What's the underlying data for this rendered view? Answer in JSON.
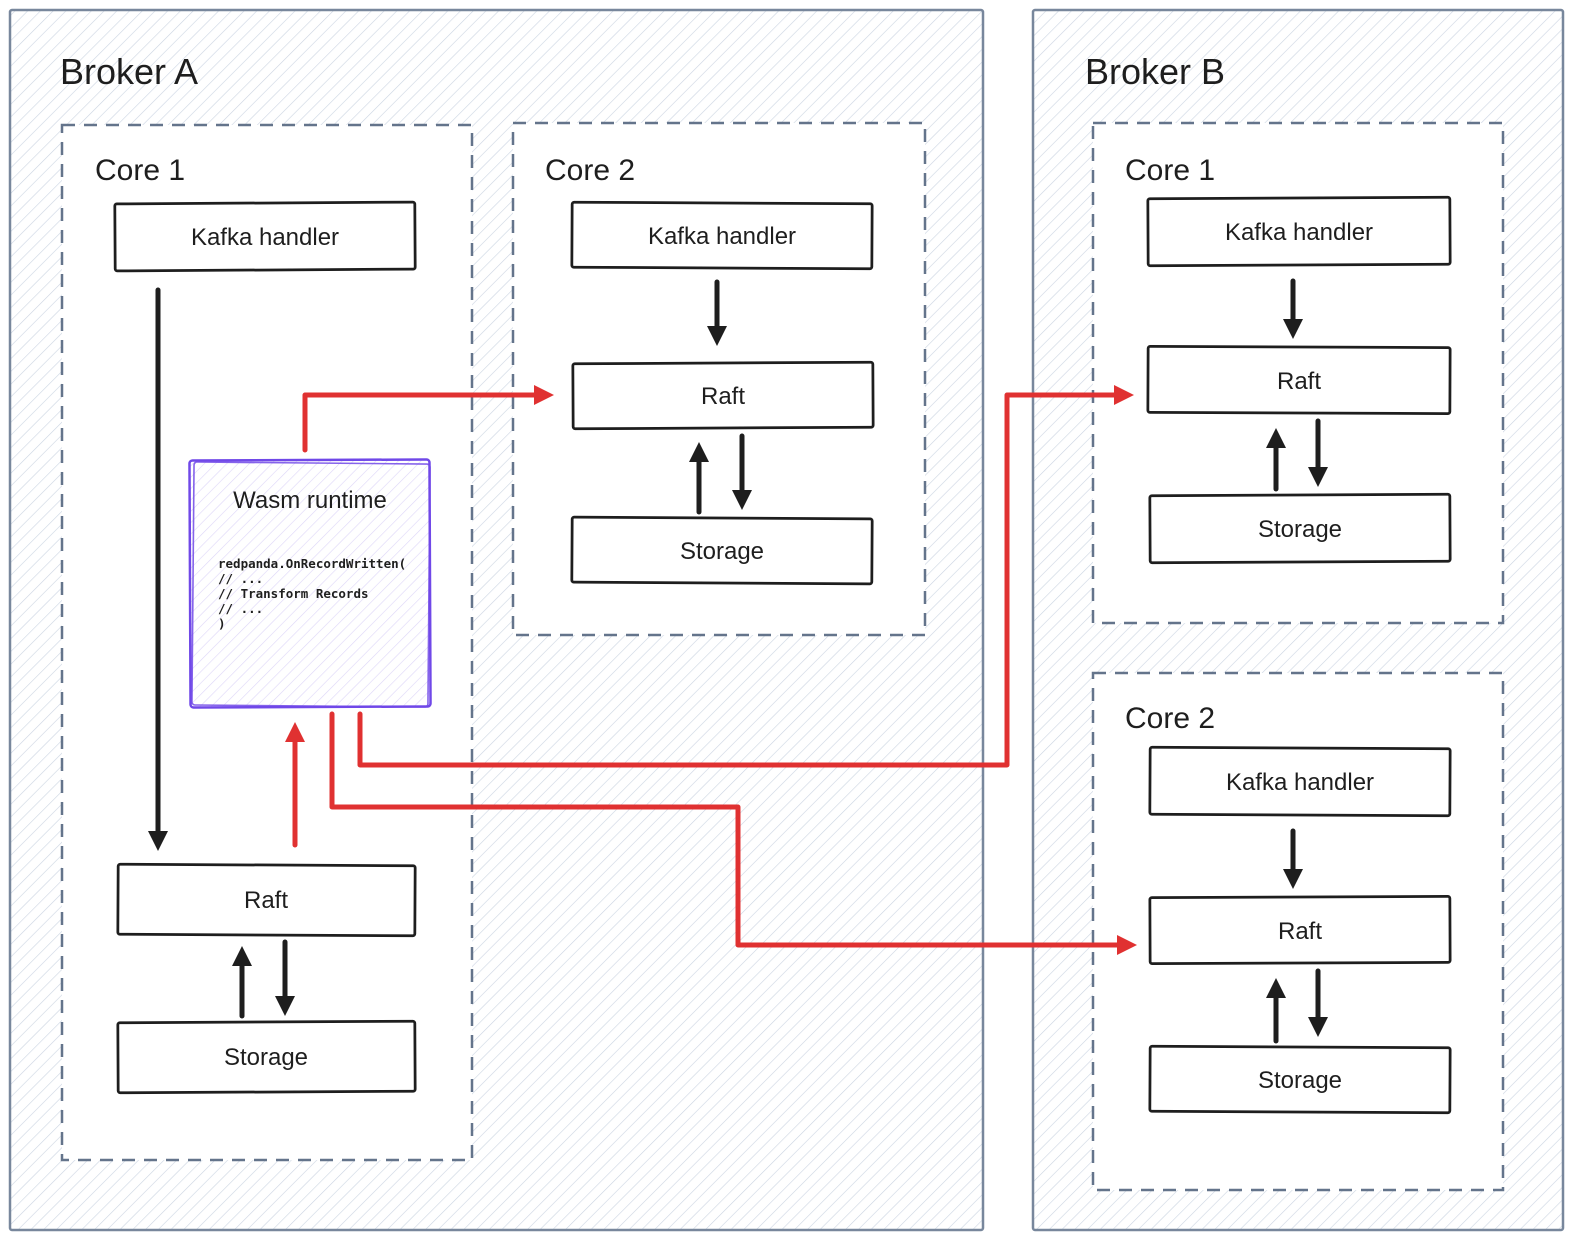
{
  "colors": {
    "red": "#e03131",
    "purple": "#7048e8",
    "broker_border": "#78879c",
    "core_border": "#64748b",
    "hatch": "#ccd5e2",
    "purple_hatch": "#ddd6f8",
    "ink": "#1e1e1e"
  },
  "broker_a": {
    "title": "Broker A",
    "core1": {
      "label": "Core 1",
      "kafka": "Kafka handler",
      "raft": "Raft",
      "storage": "Storage"
    },
    "core2": {
      "label": "Core 2",
      "kafka": "Kafka handler",
      "raft": "Raft",
      "storage": "Storage"
    }
  },
  "broker_b": {
    "title": "Broker B",
    "core1": {
      "label": "Core 1",
      "kafka": "Kafka handler",
      "raft": "Raft",
      "storage": "Storage"
    },
    "core2": {
      "label": "Core 2",
      "kafka": "Kafka handler",
      "raft": "Raft",
      "storage": "Storage"
    }
  },
  "wasm": {
    "title": "Wasm runtime",
    "code": [
      "redpanda.OnRecordWritten(",
      "//  ...",
      "// Transform Records",
      "//  ...",
      ")"
    ]
  }
}
